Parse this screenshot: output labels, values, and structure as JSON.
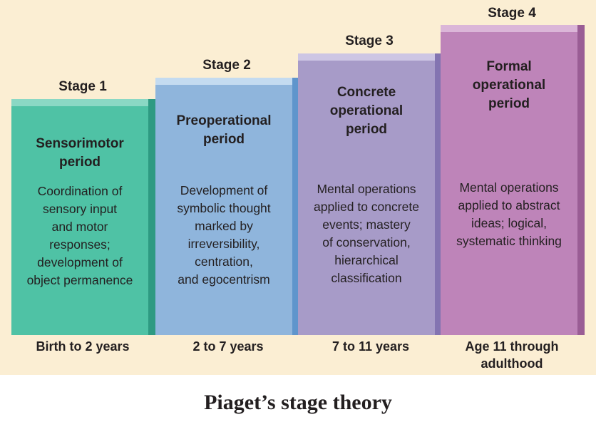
{
  "stages": [
    {
      "label": "Stage 1",
      "title": "Sensorimotor\nperiod",
      "description": "Coordination of\nsensory input\nand motor\nresponses;\ndevelopment of\nobject permanence",
      "age": "Birth to 2 years",
      "color": "#4fc2a5"
    },
    {
      "label": "Stage 2",
      "title": "Preoperational\nperiod",
      "description": "Development of\nsymbolic thought\nmarked by\nirreversibility,\ncentration,\nand egocentrism",
      "age": "2 to 7 years",
      "color": "#8fb5dc"
    },
    {
      "label": "Stage 3",
      "title": "Concrete\noperational\nperiod",
      "description": "Mental operations\napplied to concrete\nevents; mastery\nof conservation,\nhierarchical\nclassification",
      "age": "7 to 11 years",
      "color": "#a79bc8"
    },
    {
      "label": "Stage 4",
      "title": "Formal\noperational\nperiod",
      "description": "Mental operations\napplied to abstract\nideas; logical,\nsystematic thinking",
      "age": "Age 11 through\nadulthood",
      "color": "#be84b9"
    }
  ],
  "caption": "Piaget’s stage theory"
}
